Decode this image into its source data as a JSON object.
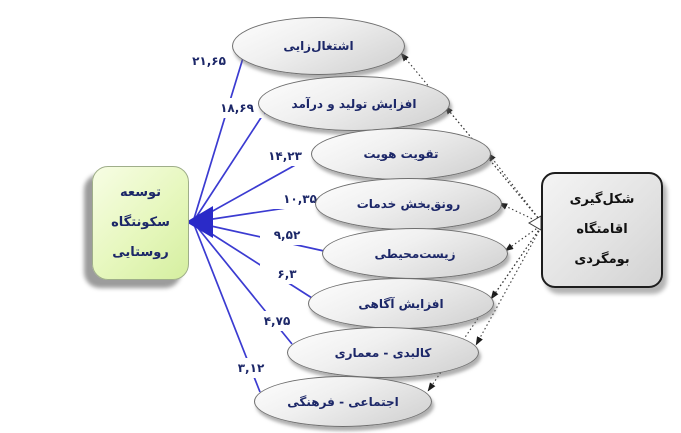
{
  "diagram": {
    "left_node": {
      "lines": [
        "توسعه",
        "سکونتگاه",
        "روستایی"
      ],
      "fill": "#e6f7bd",
      "text_color": "#1c2768"
    },
    "right_node": {
      "lines": [
        "شکل‌گیری",
        "اقامتگاه",
        "بومگردی"
      ],
      "fill": "#e3e3e3",
      "text_color": "#111111"
    },
    "factors": [
      {
        "label": "اشتغال‌زایی",
        "weight": "۲۱,۶۵"
      },
      {
        "label": "افزایش تولید و درآمد",
        "weight": "۱۸,۶۹"
      },
      {
        "label": "تقویت هویت",
        "weight": "۱۴,۲۳"
      },
      {
        "label": "رونق‌بخش خدمات",
        "weight": "۱۰,۳۵"
      },
      {
        "label": "زیست‌محیطی",
        "weight": "۹,۵۲"
      },
      {
        "label": "افزایش آگاهی",
        "weight": "۶,۳"
      },
      {
        "label": "کالبدی - معماری",
        "weight": "۴,۷۵"
      },
      {
        "label": "اجتماعی - فرهنگی",
        "weight": "۳,۱۲"
      }
    ],
    "colors": {
      "solid_link": "#3b3bd1",
      "dotted_link": "#3a3a3a",
      "ellipse_fill": "#e4e4e4",
      "weight_text": "#1c2768",
      "background": "#ffffff"
    }
  }
}
